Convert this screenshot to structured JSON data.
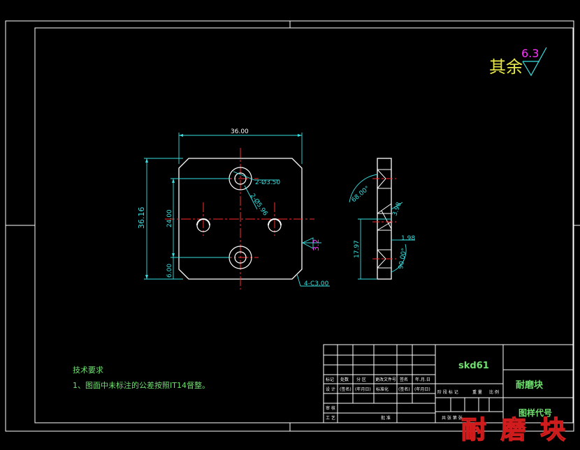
{
  "surface_finish": {
    "text": "其余",
    "value": "6.3"
  },
  "dimensions": {
    "width_top": "36.00",
    "height_left": "36.16",
    "inner_24": "24.00",
    "inner_6": "6.00",
    "hole_large": "2-Ø3.50",
    "hole_small": "2-Ø5.96",
    "chamfer": "4-C3.00",
    "roughness_side": "3.2",
    "angle_top": "68.00°",
    "side_3_98": "3.98",
    "side_1_98": "1.98",
    "side_17_97": "17.97",
    "angle_bottom": "90.00°"
  },
  "tech_req": {
    "title": "技术要求",
    "line1": "1、图面中未标注的公差按照IT14督整。"
  },
  "title_block": {
    "material": "skd61",
    "part_name": "耐磨块",
    "drawing_code_label": "图样代号",
    "row_labels": [
      "标记",
      "处数",
      "分 区",
      "更改文件号",
      "签名",
      "年.月.日"
    ],
    "row2_labels": [
      "设 计",
      "(签名)",
      "(年月日)",
      "标准化",
      "(签名)",
      "(年月日)"
    ],
    "stage_labels": [
      "阶 段 标 记",
      "重 量",
      "比 例"
    ],
    "review_label": "审 核",
    "process_label": "工 艺",
    "approve_label": "批 准",
    "sheet_label": "共  张   第  张"
  },
  "watermark": "耐 磨 块"
}
